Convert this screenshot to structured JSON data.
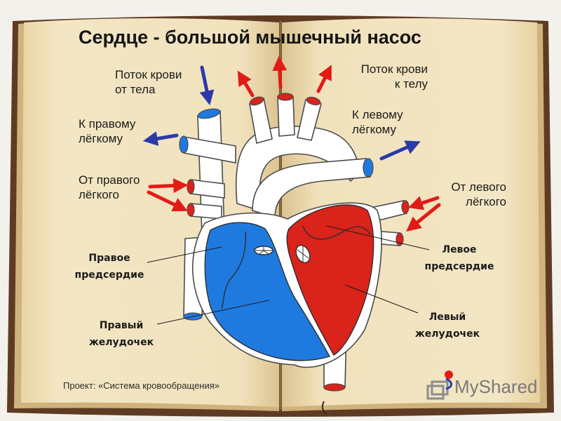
{
  "title": "Сердце - большой мышечный насос",
  "labels": {
    "flow_from_body_1": "Поток крови",
    "flow_from_body_2": "от тела",
    "flow_to_body_1": "Поток крови",
    "flow_to_body_2": "к телу",
    "to_right_lung_1": "К правому",
    "to_right_lung_2": "лёгкому",
    "to_left_lung_1": "К левому",
    "to_left_lung_2": "лёгкому",
    "from_right_lung_1": "От правого",
    "from_right_lung_2": "лёгкого",
    "from_left_lung_1": "От левого",
    "from_left_lung_2": "лёгкого",
    "right_atrium_1": "Правое",
    "right_atrium_2": "предсердие",
    "left_atrium_1": "Левое",
    "left_atrium_2": "предсердие",
    "right_ventricle_1": "Правый",
    "right_ventricle_2": "желудочек",
    "left_ventricle_1": "Левый",
    "left_ventricle_2": "желудочек"
  },
  "footer": "Проект: «Система кровообращения»",
  "logo": {
    "text": "MyShared",
    "icon": "myshared-logo-icon"
  },
  "colors": {
    "page": "#f3e6c4",
    "cover": "#5e3b22",
    "oxygen_poor": "#1f7ae0",
    "oxygen_rich": "#d9231b",
    "arrow_blue": "#2b3aa8",
    "arrow_red": "#e21b16"
  }
}
